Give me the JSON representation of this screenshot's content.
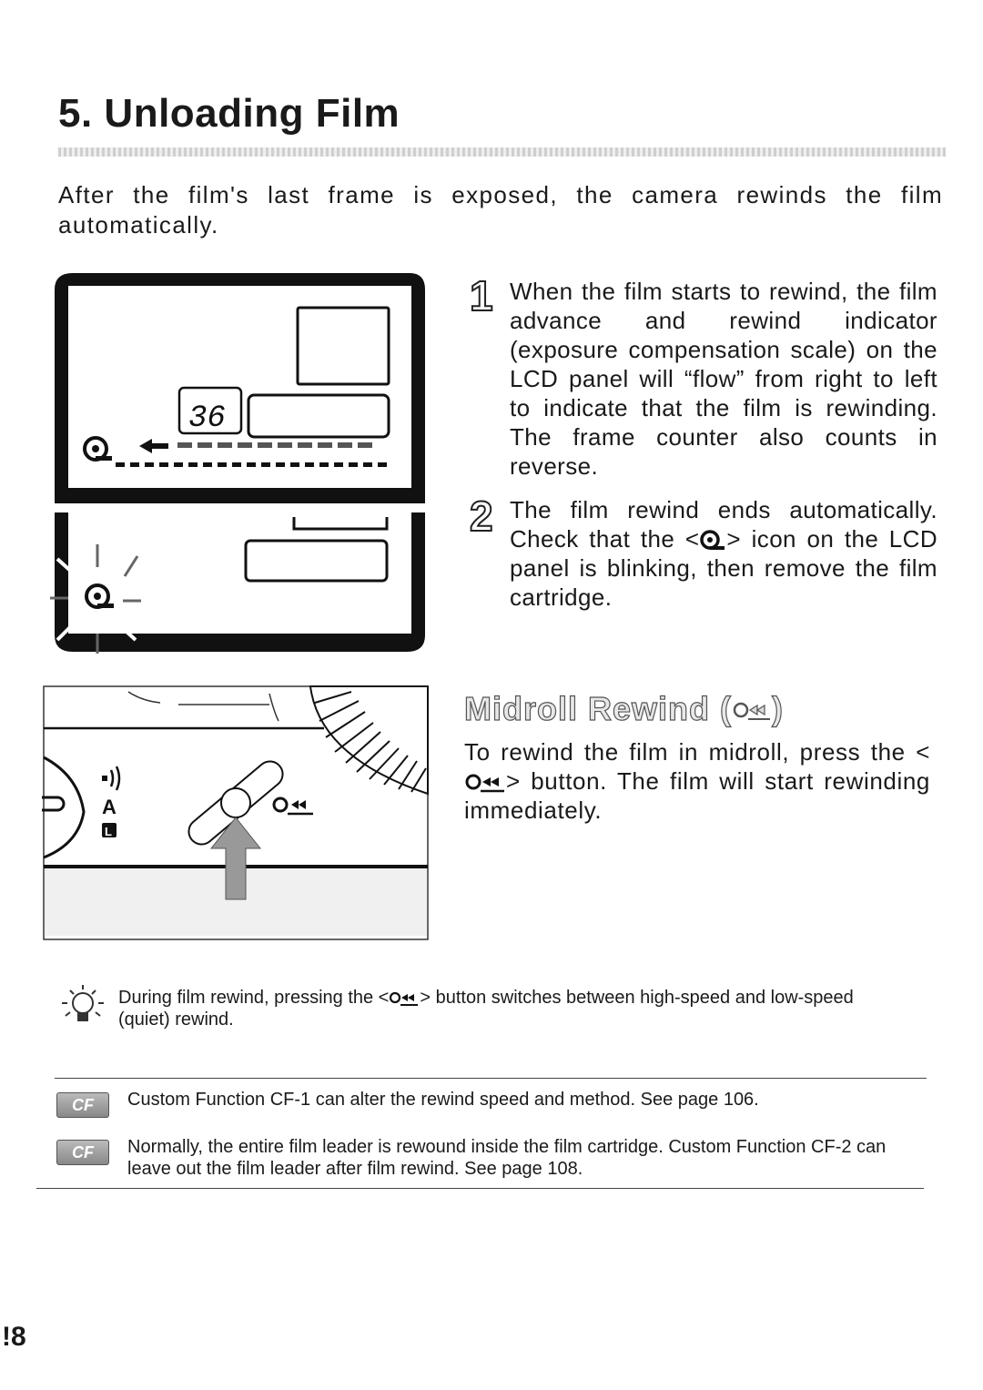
{
  "heading": "5. Unloading Film",
  "intro": "After the film's last frame is exposed, the camera rewinds the film automatically.",
  "steps": [
    {
      "number": "1",
      "text": "When the film starts to rewind, the film advance and rewind indicator (exposure compensation scale) on the LCD panel will “flow” from right to left to indicate that the film is rewinding. The frame counter also counts in reverse."
    },
    {
      "number": "2",
      "text_before": "The film rewind ends automatically. Check that the <",
      "text_after": "> icon on the LCD panel is blinking, then remove the film cartridge."
    }
  ],
  "lcd": {
    "frame_counter": "36"
  },
  "dial": {
    "mode_a": "A",
    "mode_l": "L"
  },
  "midroll": {
    "title_prefix": "Midroll Rewind (",
    "title_suffix": ")",
    "text_before": "To rewind the film in midroll, press the <",
    "text_after": "> button. The film will start rewinding immediately."
  },
  "tip": {
    "text_before": "During film rewind, pressing the <",
    "text_after": "> button switches between high-speed and low-speed (quiet) rewind."
  },
  "custom_functions": [
    {
      "badge": "CF",
      "text": "Custom Function CF-1 can alter the rewind speed and method. See page 106."
    },
    {
      "badge": "CF",
      "text": "Normally, the entire film leader is rewound inside the film cartridge. Custom Function CF-2 can leave out the film leader after film rewind. See page 108."
    }
  ],
  "page_number": "!8",
  "icons": [
    "film-cartridge-icon",
    "rewind-button-icon",
    "tip-bulb-icon",
    "arrow-left-icon",
    "arrow-up-icon"
  ]
}
